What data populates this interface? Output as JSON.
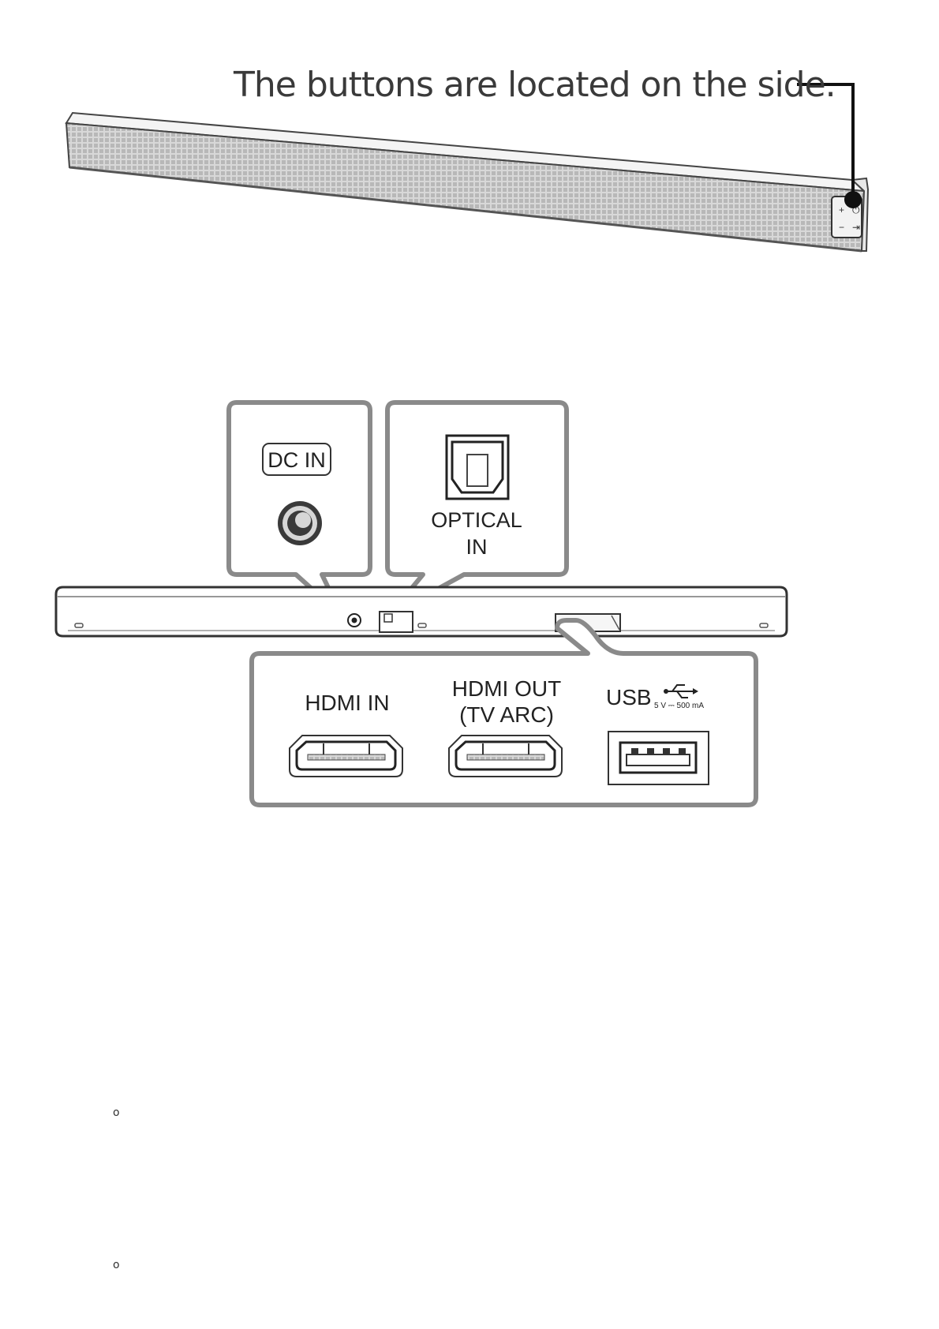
{
  "top_figure": {
    "caption": "The buttons are located on the side."
  },
  "rear_figure": {
    "dc_in_label": "DC IN",
    "optical_label_line1": "OPTICAL",
    "optical_label_line2": "IN",
    "hdmi_in_label": "HDMI IN",
    "hdmi_out_label_line1": "HDMI OUT",
    "hdmi_out_label_line2": "(TV ARC)",
    "usb_label": "USB",
    "usb_rating": "5 V ⎓ 500 mA"
  },
  "bullets": [
    "o",
    "o"
  ]
}
